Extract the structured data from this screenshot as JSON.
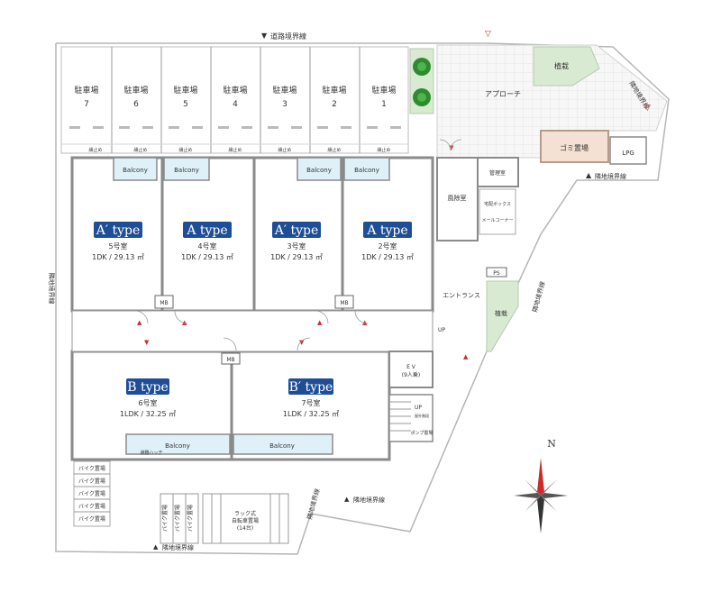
{
  "boundaries": {
    "road": "道路境界線",
    "adjacent": "隣地境界線",
    "adjacent_right": "隣地境界線"
  },
  "parking": {
    "label": "駐車場",
    "spaces": [
      "7",
      "6",
      "5",
      "4",
      "3",
      "2",
      "1"
    ],
    "stop_label": "縁止め"
  },
  "approach": "アプローチ",
  "planting": "植栽",
  "garbage": "ゴミ置場",
  "lpg": "LPG",
  "manager_room": "管理室",
  "wind_room": "風除室",
  "delivery_box": "宅配ボックス",
  "mail_corner": "メールコーナー",
  "ps": "PS",
  "entrance": "エントランス",
  "up": "UP",
  "ev": "E V",
  "ev_capacity": "(9人乗)",
  "outdoor_stairs": "屋外階段",
  "pump_room": "ポンプ置場",
  "balcony": "Balcony",
  "laundry_hook": "避難ハッチ",
  "mb": "MB",
  "units": [
    {
      "type": "A′ type",
      "room": "5号室",
      "size": "1DK / 29.13 ㎡"
    },
    {
      "type": "A type",
      "room": "4号室",
      "size": "1DK / 29.13 ㎡"
    },
    {
      "type": "A′ type",
      "room": "3号室",
      "size": "1DK / 29.13 ㎡"
    },
    {
      "type": "A type",
      "room": "2号室",
      "size": "1DK / 29.13 ㎡"
    },
    {
      "type": "B type",
      "room": "6号室",
      "size": "1LDK / 32.25 ㎡"
    },
    {
      "type": "B′ type",
      "room": "7号室",
      "size": "1LDK / 32.25 ㎡"
    }
  ],
  "bike": "バイク置場",
  "bicycle": "自転車置場",
  "bicycle_rack": "ラック式",
  "bicycle_count": "(14台)",
  "north": "N",
  "colors": {
    "badge": "#1f4e96",
    "balcony": "#dff1f8",
    "green": "#d9ead3",
    "garbage": "#f5e1d3",
    "wall": "#8a8a8a"
  }
}
